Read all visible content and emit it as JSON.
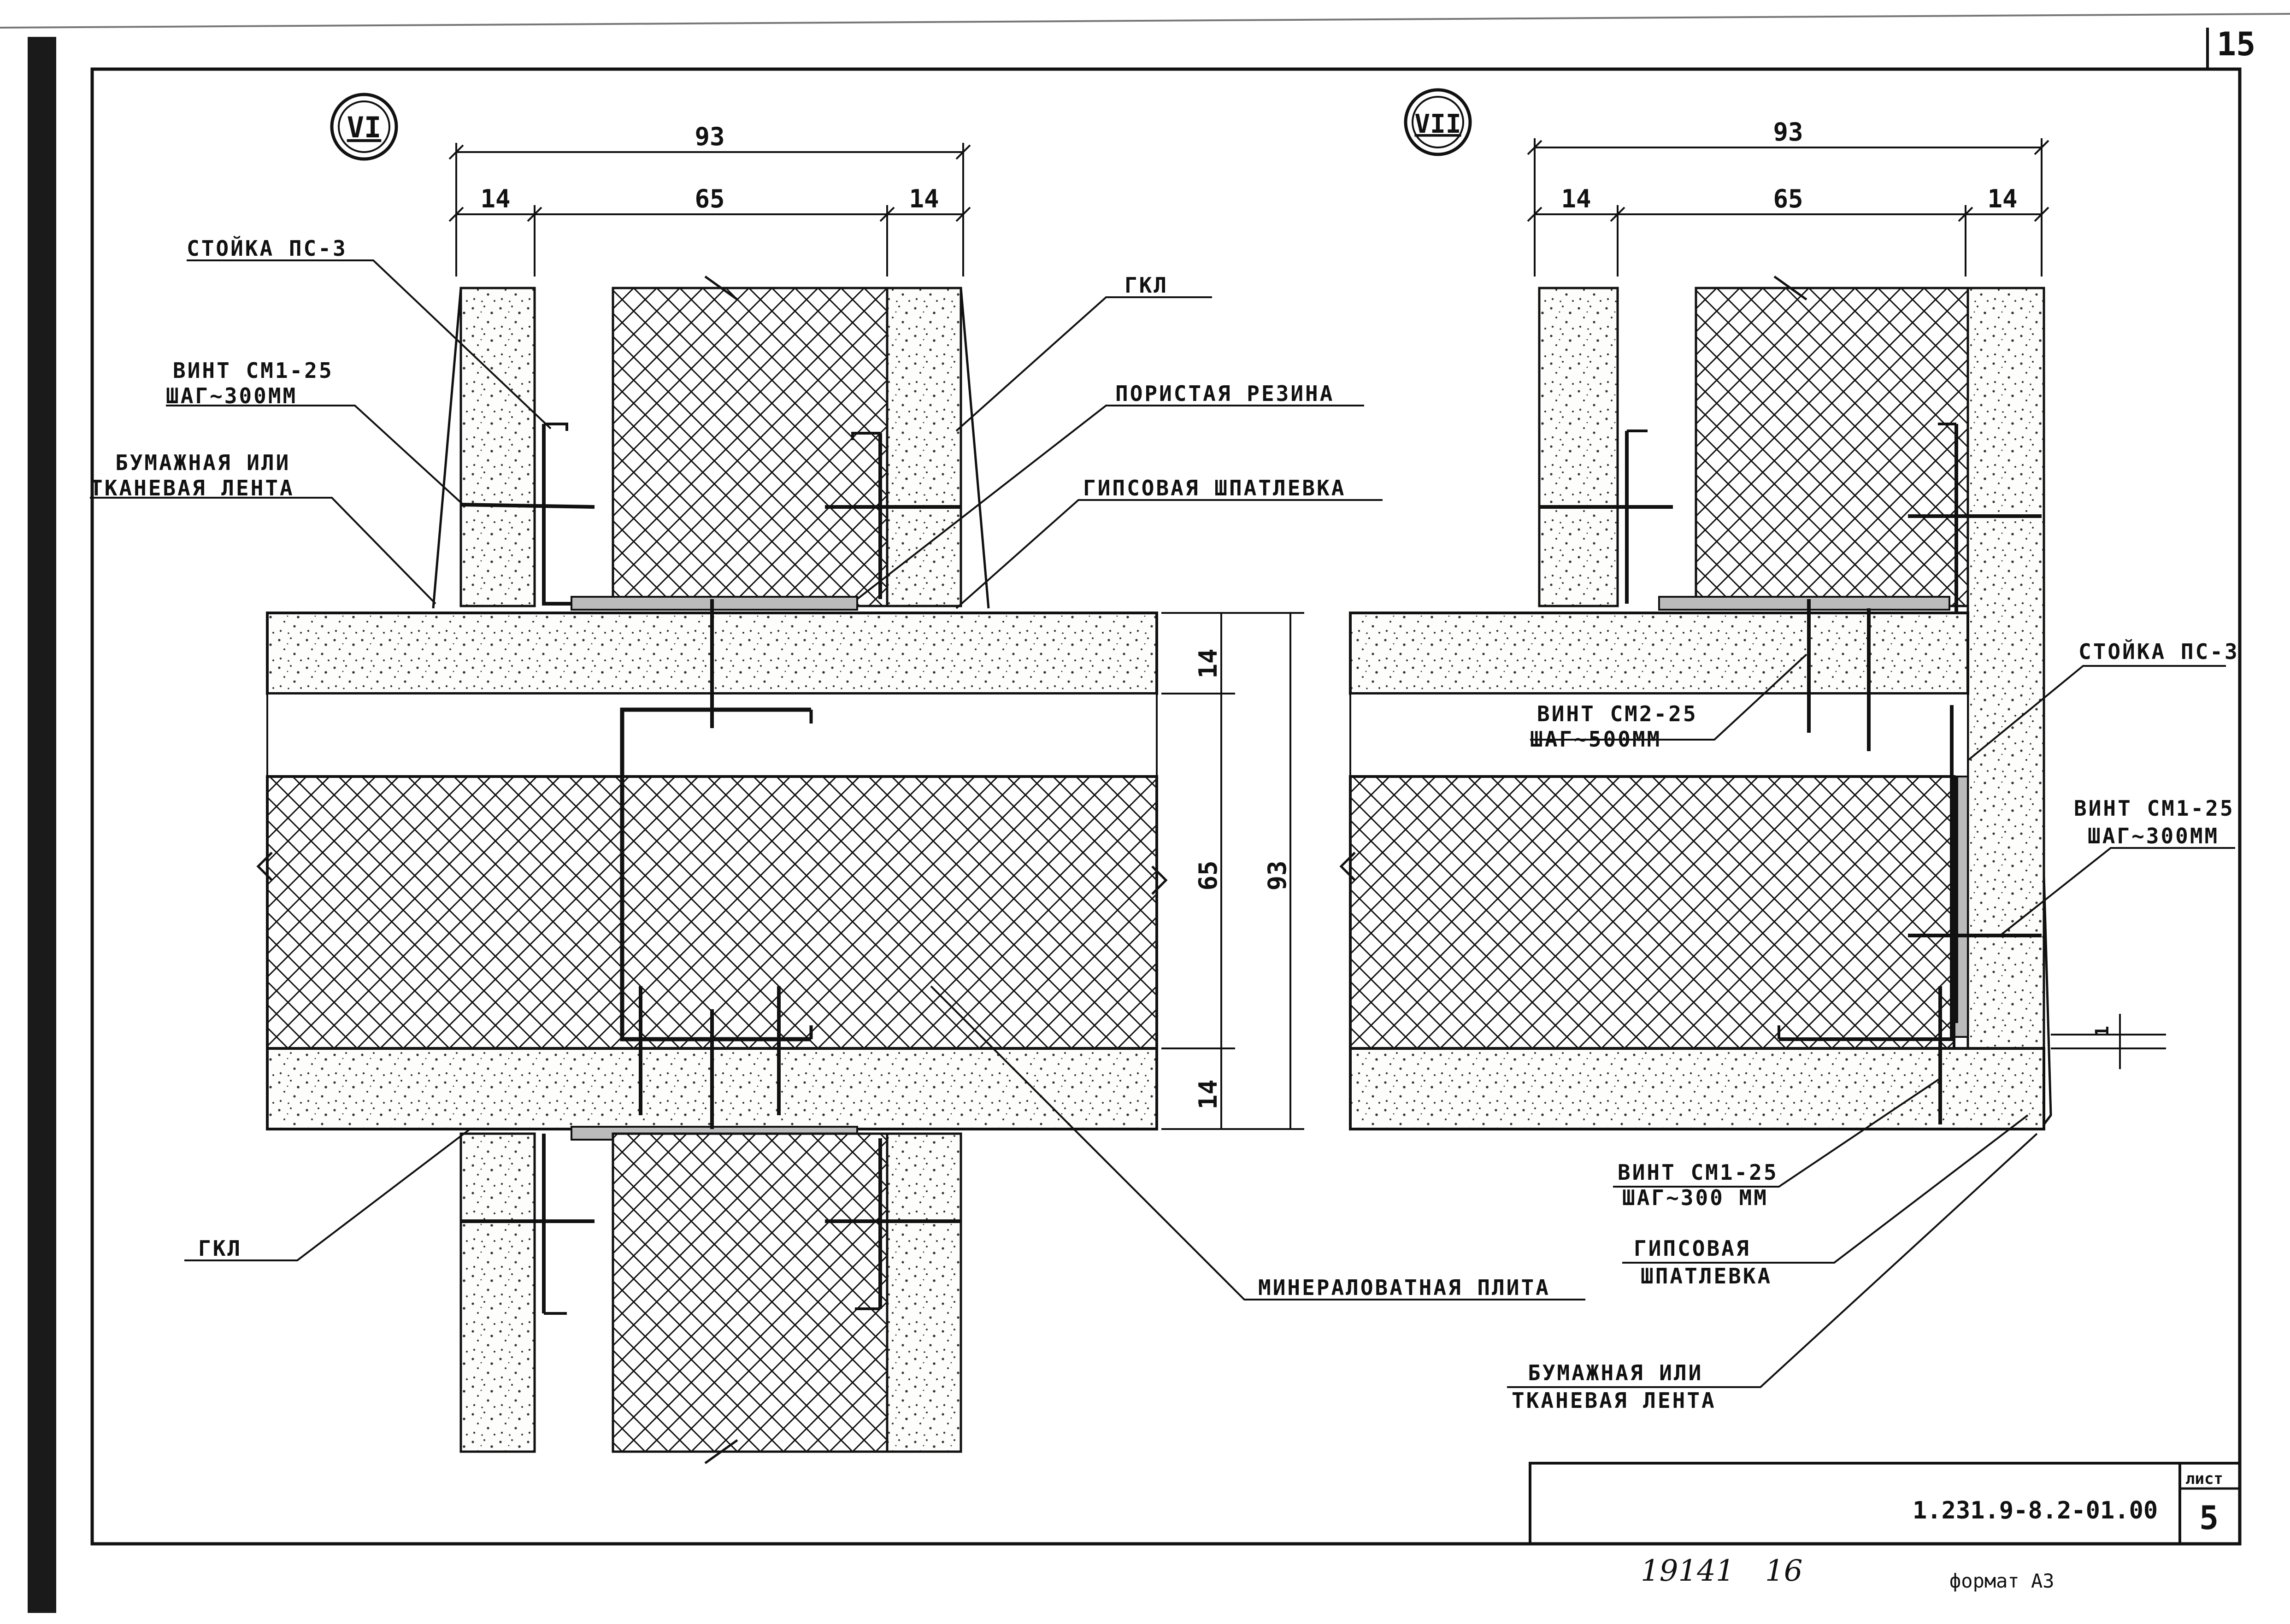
{
  "sheet": {
    "page_number": "15",
    "doc_code": "1.231.9-8.2-01.00",
    "list_label": "лист",
    "list_number": "5",
    "handwritten_a": "19141",
    "handwritten_b": "16",
    "format_text": "формат А3"
  },
  "detail_vi": {
    "marker": "VI",
    "dim_total": "93",
    "dim_left": "14",
    "dim_mid": "65",
    "dim_right": "14",
    "vdim_total": "93",
    "vdim_top": "14",
    "vdim_mid": "65",
    "vdim_bot": "14",
    "labels": {
      "stud": "СТОЙКА ПС-3",
      "screw_1": "ВИНТ СМ1-25",
      "screw_2": "ШАГ~300ММ",
      "tape_1": "БУМАЖНАЯ ИЛИ",
      "tape_2": "ТКАНЕВАЯ ЛЕНТА",
      "gkl_top": "ГКЛ",
      "rubber": "ПОРИСТАЯ РЕЗИНА",
      "putty": "ГИПСОВАЯ ШПАТЛЕВКА",
      "gkl_bottom": "ГКЛ",
      "mineral": "МИНЕРАЛОВАТНАЯ ПЛИТА"
    }
  },
  "detail_vii": {
    "marker": "VII",
    "dim_total": "93",
    "dim_left": "14",
    "dim_mid": "65",
    "dim_right": "14",
    "dim_small": "1",
    "labels": {
      "screw2_1": "ВИНТ СМ2-25",
      "screw2_2": "ШАГ~500ММ",
      "stud": "СТОЙКА ПС-3",
      "screw_r1": "ВИНТ СМ1-25",
      "screw_r2": "ШАГ~300ММ",
      "screw_b1": "ВИНТ СМ1-25",
      "screw_b2": "ШАГ~300 ММ",
      "putty_1": "ГИПСОВАЯ",
      "putty_2": "ШПАТЛЕВКА",
      "tape_1": "БУМАЖНАЯ ИЛИ",
      "tape_2": "ТКАНЕВАЯ ЛЕНТА"
    }
  }
}
